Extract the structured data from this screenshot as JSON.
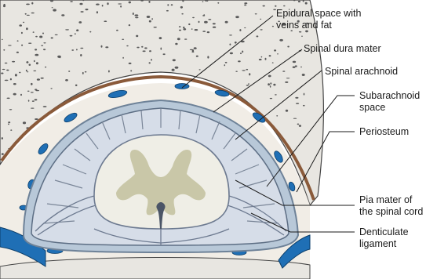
{
  "labels": {
    "epidural": [
      "Epidural space with",
      "veins and fat"
    ],
    "dura": "Spinal dura mater",
    "arachnoid": "Spinal arachnoid",
    "subarachnoid": [
      "Subarachnoid",
      "space"
    ],
    "periosteum": "Periosteum",
    "pia": [
      "Pia mater of",
      "the spinal cord"
    ],
    "denticulate": [
      "Denticulate",
      "ligament"
    ]
  },
  "colors": {
    "bone": "#e8e6e1",
    "bone_dots": "#5a5a5a",
    "periosteum": "#8a5a3a",
    "fat": "#f1ede6",
    "vein": "#1f6fb5",
    "dura": "#b8c8d8",
    "dura_edge": "#6e8298",
    "arachnoid_space": "#d6dde8",
    "trabeculae": "#7a8698",
    "cord": "#efeee6",
    "gray_matter": "#c9c7a8",
    "leader": "#1a1a1a"
  }
}
